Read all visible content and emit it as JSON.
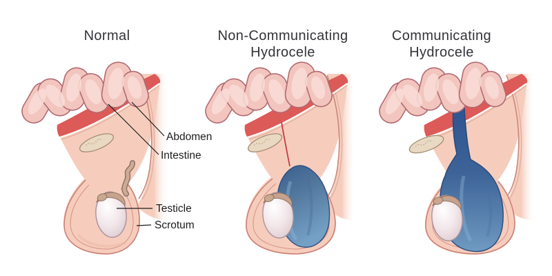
{
  "panels": [
    {
      "id": "normal",
      "title_lines": [
        "Normal"
      ],
      "labels": {
        "abdomen": "Abdomen",
        "intestine": "Intestine",
        "testicle": "Testicle",
        "scrotum": "Scrotum"
      }
    },
    {
      "id": "non_communicating_hydrocele",
      "title_lines": [
        "Non-Communicating",
        "Hydrocele"
      ]
    },
    {
      "id": "communicating_hydrocele",
      "title_lines": [
        "Communicating",
        "Hydrocele"
      ]
    }
  ],
  "colors": {
    "background": "#ffffff",
    "skin": "#f6cdbd",
    "skin_outline": "#ca8176",
    "intestine_fill": "#f3c5bf",
    "intestine_outline": "#b06b72",
    "peritoneum_red": "#dc5a57",
    "closed_channel_red": "#c23c44",
    "fluid_blue_dark": "#3a5e8f",
    "fluid_blue_light": "#74a0c6",
    "pubic_bone": "#ead9c2",
    "testicle": "#efe3e6",
    "epididymis": "#c7a28d",
    "title_text": "#333338",
    "label_text": "#1c1c1c"
  }
}
